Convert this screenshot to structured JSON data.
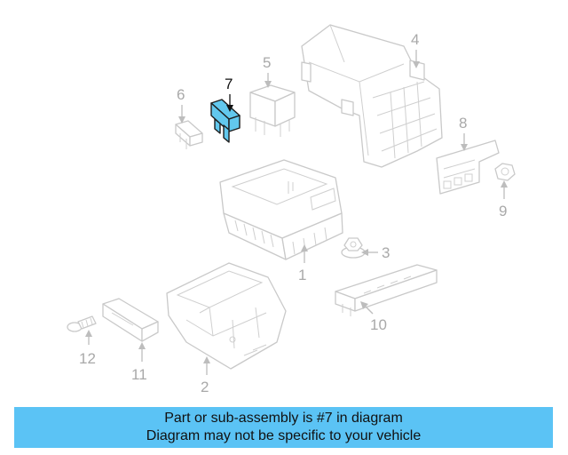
{
  "banner": {
    "line1": "Part or sub-assembly is #7 in diagram",
    "line2": "Diagram may not be specific to your vehicle"
  },
  "callouts": [
    "1",
    "2",
    "3",
    "4",
    "5",
    "6",
    "7",
    "8",
    "9",
    "10",
    "11",
    "12"
  ],
  "highlighted_part": "7",
  "colors": {
    "banner": "#5bc3f5",
    "highlight": "#62c8ee",
    "part_outline": "#c9c9c9",
    "label": "#a9a9a9"
  }
}
